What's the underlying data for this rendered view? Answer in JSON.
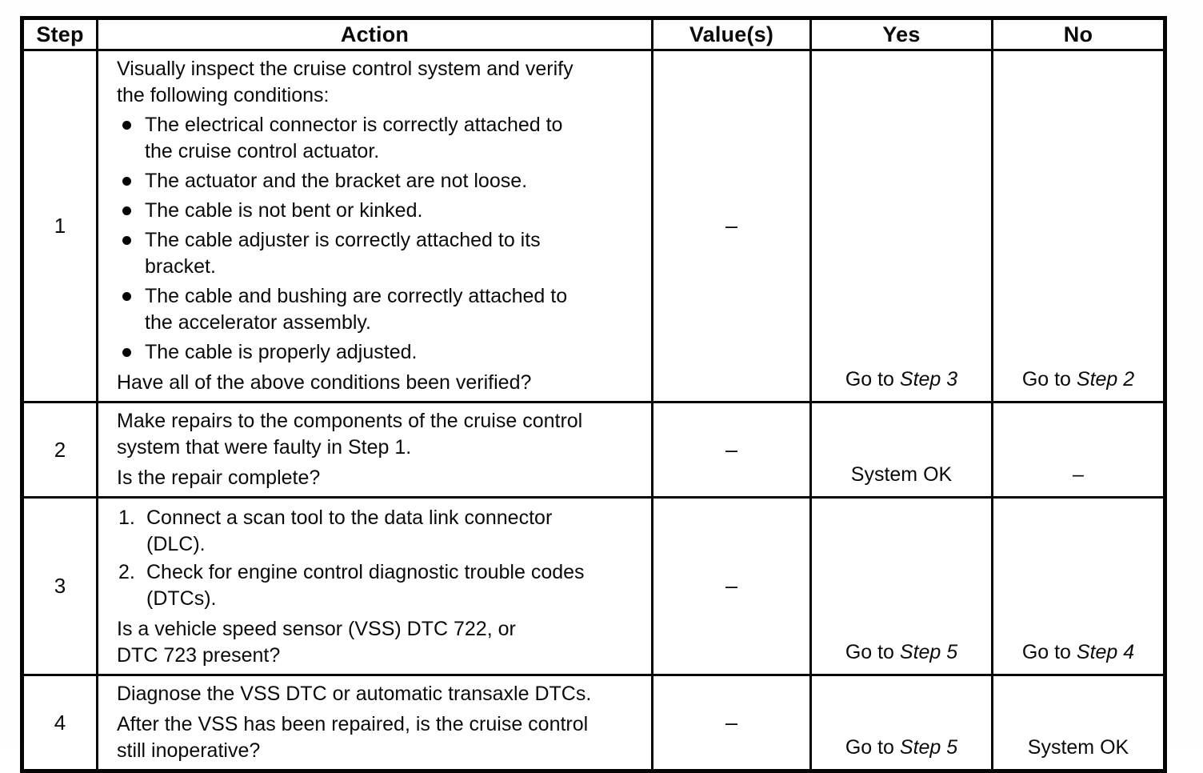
{
  "header": {
    "step": "Step",
    "action": "Action",
    "values": "Value(s)",
    "yes": "Yes",
    "no": "No"
  },
  "rows": [
    {
      "step": "1",
      "action": {
        "intro": "Visually inspect the cruise control system and verify\nthe following conditions:",
        "bullets": [
          "The electrical connector is correctly attached to\nthe cruise control actuator.",
          "The actuator and the bracket are not loose.",
          "The cable is not bent or kinked.",
          "The cable adjuster is correctly attached to its\nbracket.",
          "The cable and bushing are correctly attached to\nthe accelerator assembly.",
          "The cable is properly adjusted."
        ],
        "question": "Have all of the above conditions been verified?"
      },
      "value": "–",
      "yes": {
        "text": "Go to ",
        "step_ref": "Step 3"
      },
      "no": {
        "text": "Go to ",
        "step_ref": "Step 2"
      }
    },
    {
      "step": "2",
      "action": {
        "paragraph": "Make repairs to the components of the cruise control\nsystem that were faulty in Step 1.",
        "question": "Is the repair complete?"
      },
      "value": "–",
      "yes": {
        "text": "System OK",
        "step_ref": ""
      },
      "no": {
        "text": "–",
        "step_ref": ""
      }
    },
    {
      "step": "3",
      "action": {
        "numbered": [
          {
            "num": "1.",
            "text": "Connect a scan tool to the data link connector\n(DLC)."
          },
          {
            "num": "2.",
            "text": "Check for engine control diagnostic trouble codes\n(DTCs)."
          }
        ],
        "question": "Is a vehicle speed sensor (VSS) DTC 722, or\nDTC 723 present?"
      },
      "value": "–",
      "yes": {
        "text": "Go to ",
        "step_ref": "Step 5"
      },
      "no": {
        "text": "Go to ",
        "step_ref": "Step 4"
      }
    },
    {
      "step": "4",
      "action": {
        "paragraph": "Diagnose the VSS DTC or automatic transaxle DTCs.",
        "question": "After the VSS has been repaired, is the cruise control\nstill inoperative?"
      },
      "value": "–",
      "yes": {
        "text": "Go to ",
        "step_ref": "Step 5"
      },
      "no": {
        "text": "System OK",
        "step_ref": ""
      }
    }
  ]
}
